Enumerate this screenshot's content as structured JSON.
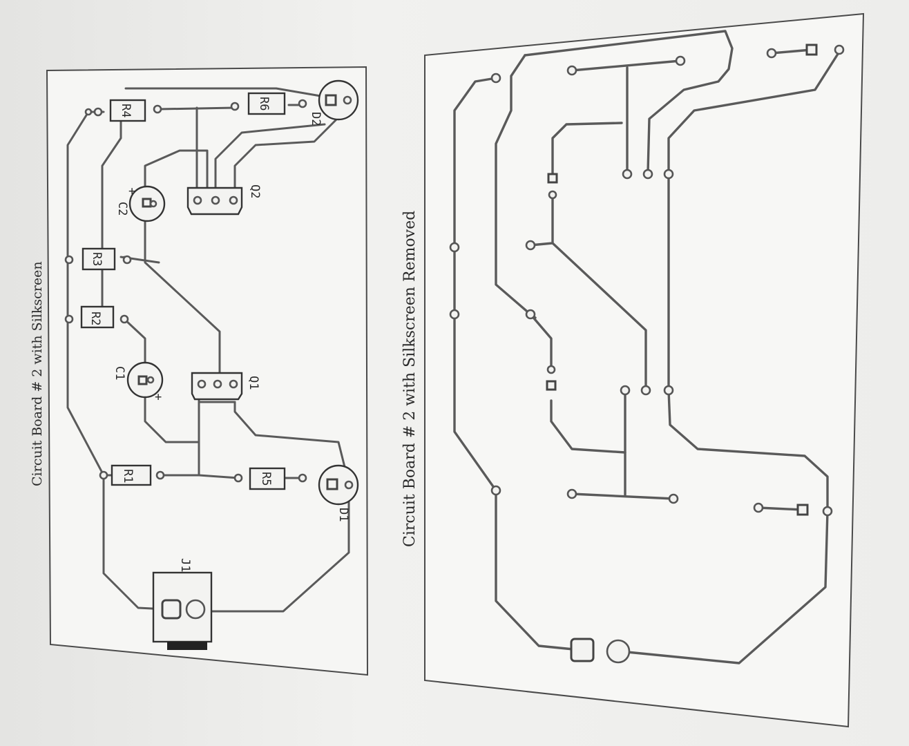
{
  "top_figure": {
    "title": "Circuit Board # 2 with Silkscreen",
    "components": {
      "j1": "J1",
      "r1": "R1",
      "r2": "R2",
      "r3": "R3",
      "r4": "R4",
      "r5": "R5",
      "r6": "R6",
      "c1": "C1",
      "c2": "C2",
      "q1": "Q1",
      "q2": "Q2",
      "d1": "D1",
      "d2": "D2"
    },
    "polarity_mark": "+"
  },
  "bottom_figure": {
    "title": "Circuit Board # 2 with Silkscreen Removed"
  }
}
